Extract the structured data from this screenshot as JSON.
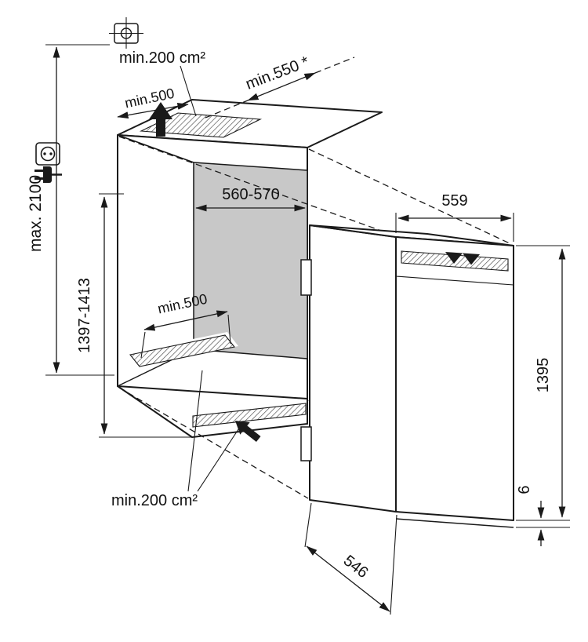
{
  "diagram": {
    "labels": {
      "top_vent_area": "min.200 cm²",
      "top_vent_width": "min.500",
      "niche_depth": "min.550 *",
      "max_height": "max. 2100",
      "niche_width": "560-570",
      "niche_height": "1397-1413",
      "floor_vent_width": "min.500",
      "floor_vent_area": "min.200 cm²",
      "appliance_width": "559",
      "appliance_height": "1395",
      "appliance_depth": "546",
      "bottom_gap": "6"
    },
    "icons": {
      "screw_position": "screw-position-icon",
      "socket": "power-socket-icon",
      "plug": "power-plug-icon",
      "airflow_top": "airflow-up-arrow",
      "airflow_base": "airflow-base-arrow"
    },
    "colors": {
      "line": "#1a1a1a",
      "back_wall": "#c8c8c8",
      "hatch": "#555555",
      "background": "#ffffff"
    }
  }
}
